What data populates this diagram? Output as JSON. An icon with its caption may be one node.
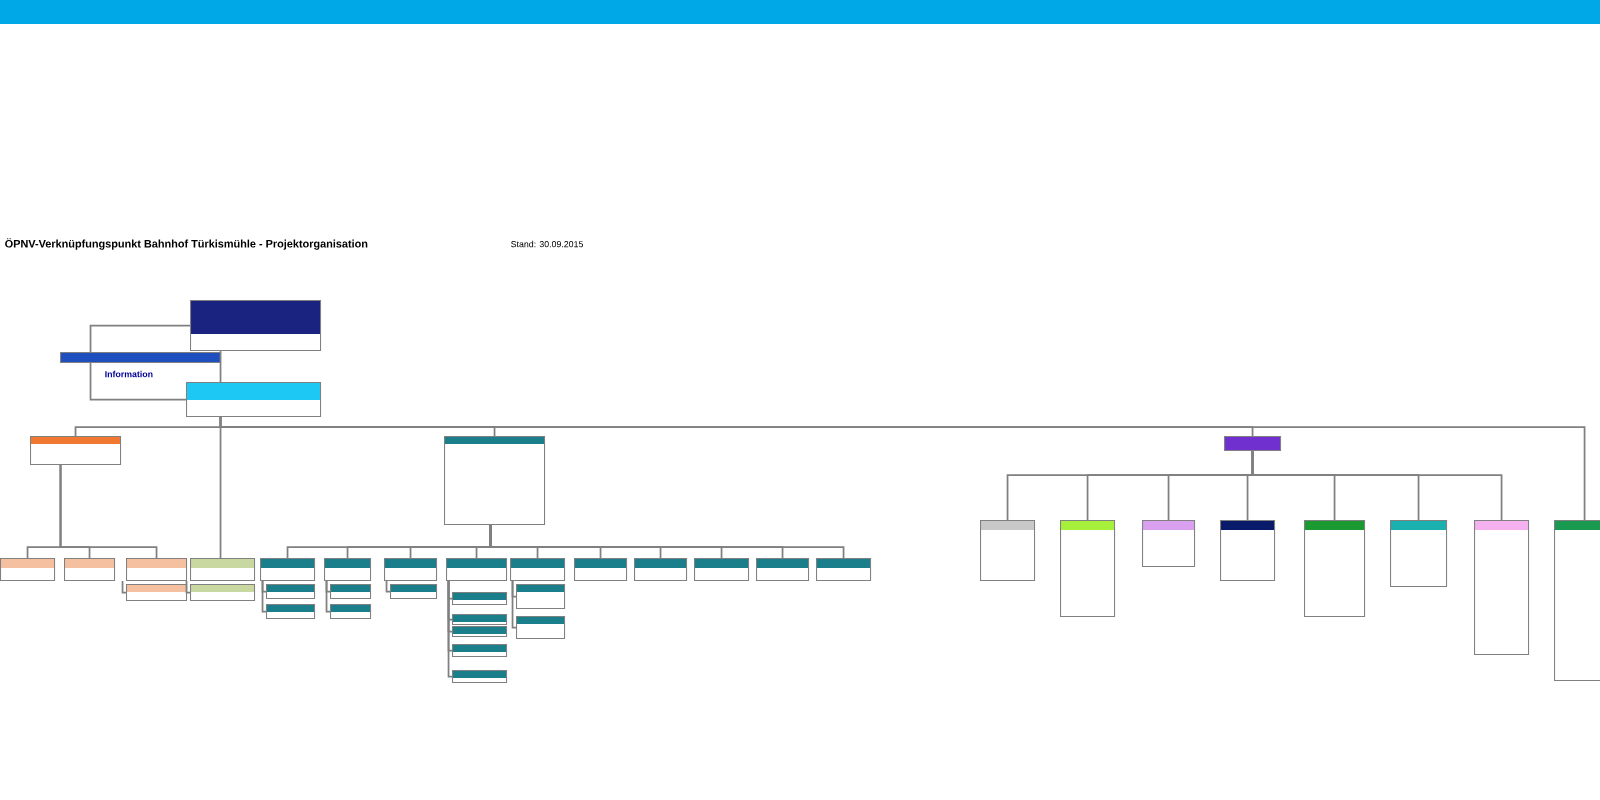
{
  "diagram": {
    "title": "ÖPNV-Verknüpfungspunkt Bahnhof Türkismühle   -   Projektorganisation",
    "nodes": [
      {
        "text": [],
        "shape": "box"
      },
      {
        "text": [],
        "shape": "box"
      },
      {
        "text": [],
        "shape": "box"
      },
      {
        "text": [],
        "shape": "box"
      },
      {
        "text": [],
        "shape": "box"
      },
      {
        "text": [],
        "shape": "box"
      },
      {
        "text": [],
        "shape": "box"
      },
      {
        "text": [],
        "shape": "box"
      },
      {
        "text": [],
        "shape": "box"
      },
      {
        "text": [],
        "shape": "box"
      },
      {
        "text": [],
        "shape": "box"
      },
      {
        "text": [],
        "shape": "box"
      },
      {
        "text": [],
        "shape": "box"
      },
      {
        "text": [],
        "shape": "box"
      },
      {
        "text": [],
        "shape": "box"
      },
      {
        "text": [],
        "shape": "box"
      },
      {
        "text": [],
        "shape": "box"
      },
      {
        "text": [],
        "shape": "box"
      },
      {
        "text": [],
        "shape": "box"
      },
      {
        "text": [],
        "shape": "box"
      },
      {
        "text": [],
        "shape": "box"
      },
      {
        "text": [],
        "shape": "box"
      },
      {
        "text": [],
        "shape": "box"
      },
      {
        "text": [],
        "shape": "box"
      },
      {
        "text": [],
        "shape": "box"
      },
      {
        "text": [],
        "shape": "box"
      },
      {
        "text": [],
        "shape": "box"
      },
      {
        "text": [],
        "shape": "box"
      },
      {
        "text": [],
        "shape": "box"
      },
      {
        "text": [],
        "shape": "box"
      },
      {
        "text": [],
        "shape": "box"
      },
      {
        "text": [],
        "shape": "box"
      },
      {
        "text": [],
        "shape": "box"
      },
      {
        "text": [],
        "shape": "box"
      },
      {
        "text": [],
        "shape": "box"
      },
      {
        "text": [],
        "shape": "box"
      },
      {
        "text": [],
        "shape": "box"
      },
      {
        "text": [],
        "shape": "box"
      },
      {
        "text": [],
        "shape": "box"
      },
      {
        "text": [],
        "shape": "box"
      },
      {
        "text": [],
        "shape": "box"
      },
      {
        "text": [],
        "shape": "box"
      }
    ],
    "edges": [
      {
        "from": 1,
        "to": 0,
        "arrow": "none"
      },
      {
        "from": 1,
        "to": 2,
        "arrow": "none"
      },
      {
        "from": 0,
        "to": 2,
        "arrow": "none"
      },
      {
        "from": 2,
        "to": 3,
        "arrow": "none"
      },
      {
        "from": 2,
        "to": 4,
        "arrow": "none"
      },
      {
        "from": 2,
        "to": 5,
        "arrow": "none"
      },
      {
        "from": 2,
        "to": 41,
        "arrow": "none"
      },
      {
        "from": 2,
        "to": 10,
        "arrow": "none"
      },
      {
        "from": 10,
        "to": 11,
        "arrow": "none"
      },
      {
        "from": 3,
        "to": 6,
        "arrow": "none"
      },
      {
        "from": 3,
        "to": 7,
        "arrow": "none"
      },
      {
        "from": 3,
        "to": 8,
        "arrow": "none"
      },
      {
        "from": 8,
        "to": 9,
        "arrow": "none"
      },
      {
        "from": 4,
        "to": 12,
        "arrow": "none"
      },
      {
        "from": 4,
        "to": 13,
        "arrow": "none"
      },
      {
        "from": 4,
        "to": 14,
        "arrow": "none"
      },
      {
        "from": 4,
        "to": 15,
        "arrow": "none"
      },
      {
        "from": 4,
        "to": 16,
        "arrow": "none"
      },
      {
        "from": 4,
        "to": 17,
        "arrow": "none"
      },
      {
        "from": 4,
        "to": 18,
        "arrow": "none"
      },
      {
        "from": 4,
        "to": 19,
        "arrow": "none"
      },
      {
        "from": 4,
        "to": 20,
        "arrow": "none"
      },
      {
        "from": 4,
        "to": 21,
        "arrow": "none"
      },
      {
        "from": 12,
        "to": 22,
        "arrow": "none"
      },
      {
        "from": 12,
        "to": 23,
        "arrow": "none"
      },
      {
        "from": 13,
        "to": 24,
        "arrow": "none"
      },
      {
        "from": 13,
        "to": 25,
        "arrow": "none"
      },
      {
        "from": 14,
        "to": 26,
        "arrow": "none"
      },
      {
        "from": 15,
        "to": 27,
        "arrow": "none"
      },
      {
        "from": 15,
        "to": 28,
        "arrow": "none"
      },
      {
        "from": 15,
        "to": 29,
        "arrow": "none"
      },
      {
        "from": 15,
        "to": 30,
        "arrow": "none"
      },
      {
        "from": 15,
        "to": 31,
        "arrow": "none"
      },
      {
        "from": 16,
        "to": 32,
        "arrow": "none"
      },
      {
        "from": 16,
        "to": 33,
        "arrow": "none"
      },
      {
        "from": 5,
        "to": 34,
        "arrow": "none"
      },
      {
        "from": 5,
        "to": 35,
        "arrow": "none"
      },
      {
        "from": 5,
        "to": 36,
        "arrow": "none"
      },
      {
        "from": 5,
        "to": 37,
        "arrow": "none"
      },
      {
        "from": 5,
        "to": 38,
        "arrow": "none"
      },
      {
        "from": 5,
        "to": 39,
        "arrow": "none"
      },
      {
        "from": 5,
        "to": 40,
        "arrow": "none"
      }
    ],
    "labels": [
      "Stand:  30.09.2015",
      "Information"
    ]
  }
}
